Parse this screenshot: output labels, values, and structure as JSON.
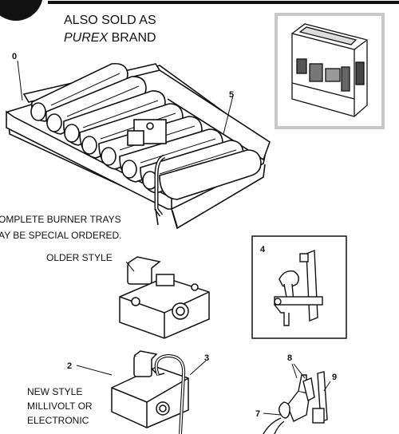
{
  "header": {
    "line1": "ALSO SOLD AS",
    "brand": "PUREX",
    "brand_suffix": " BRAND"
  },
  "callouts": {
    "n0_top": "0",
    "n5": "5",
    "n4": "4",
    "n2": "2",
    "n3": "3",
    "n8": "8",
    "n9": "9",
    "n7": "7"
  },
  "notes": {
    "burner_line1": "OMPLETE BURNER TRAYS",
    "burner_line2": "AY BE SPECIAL ORDERED.",
    "older_style": "OLDER STYLE",
    "new_style_line1": "NEW STYLE",
    "new_style_line2": "MILLIVOLT OR",
    "new_style_line3": "ELECTRONIC"
  },
  "colors": {
    "ink": "#111111",
    "frame": "#c8c8c8",
    "background": "#ffffff"
  }
}
